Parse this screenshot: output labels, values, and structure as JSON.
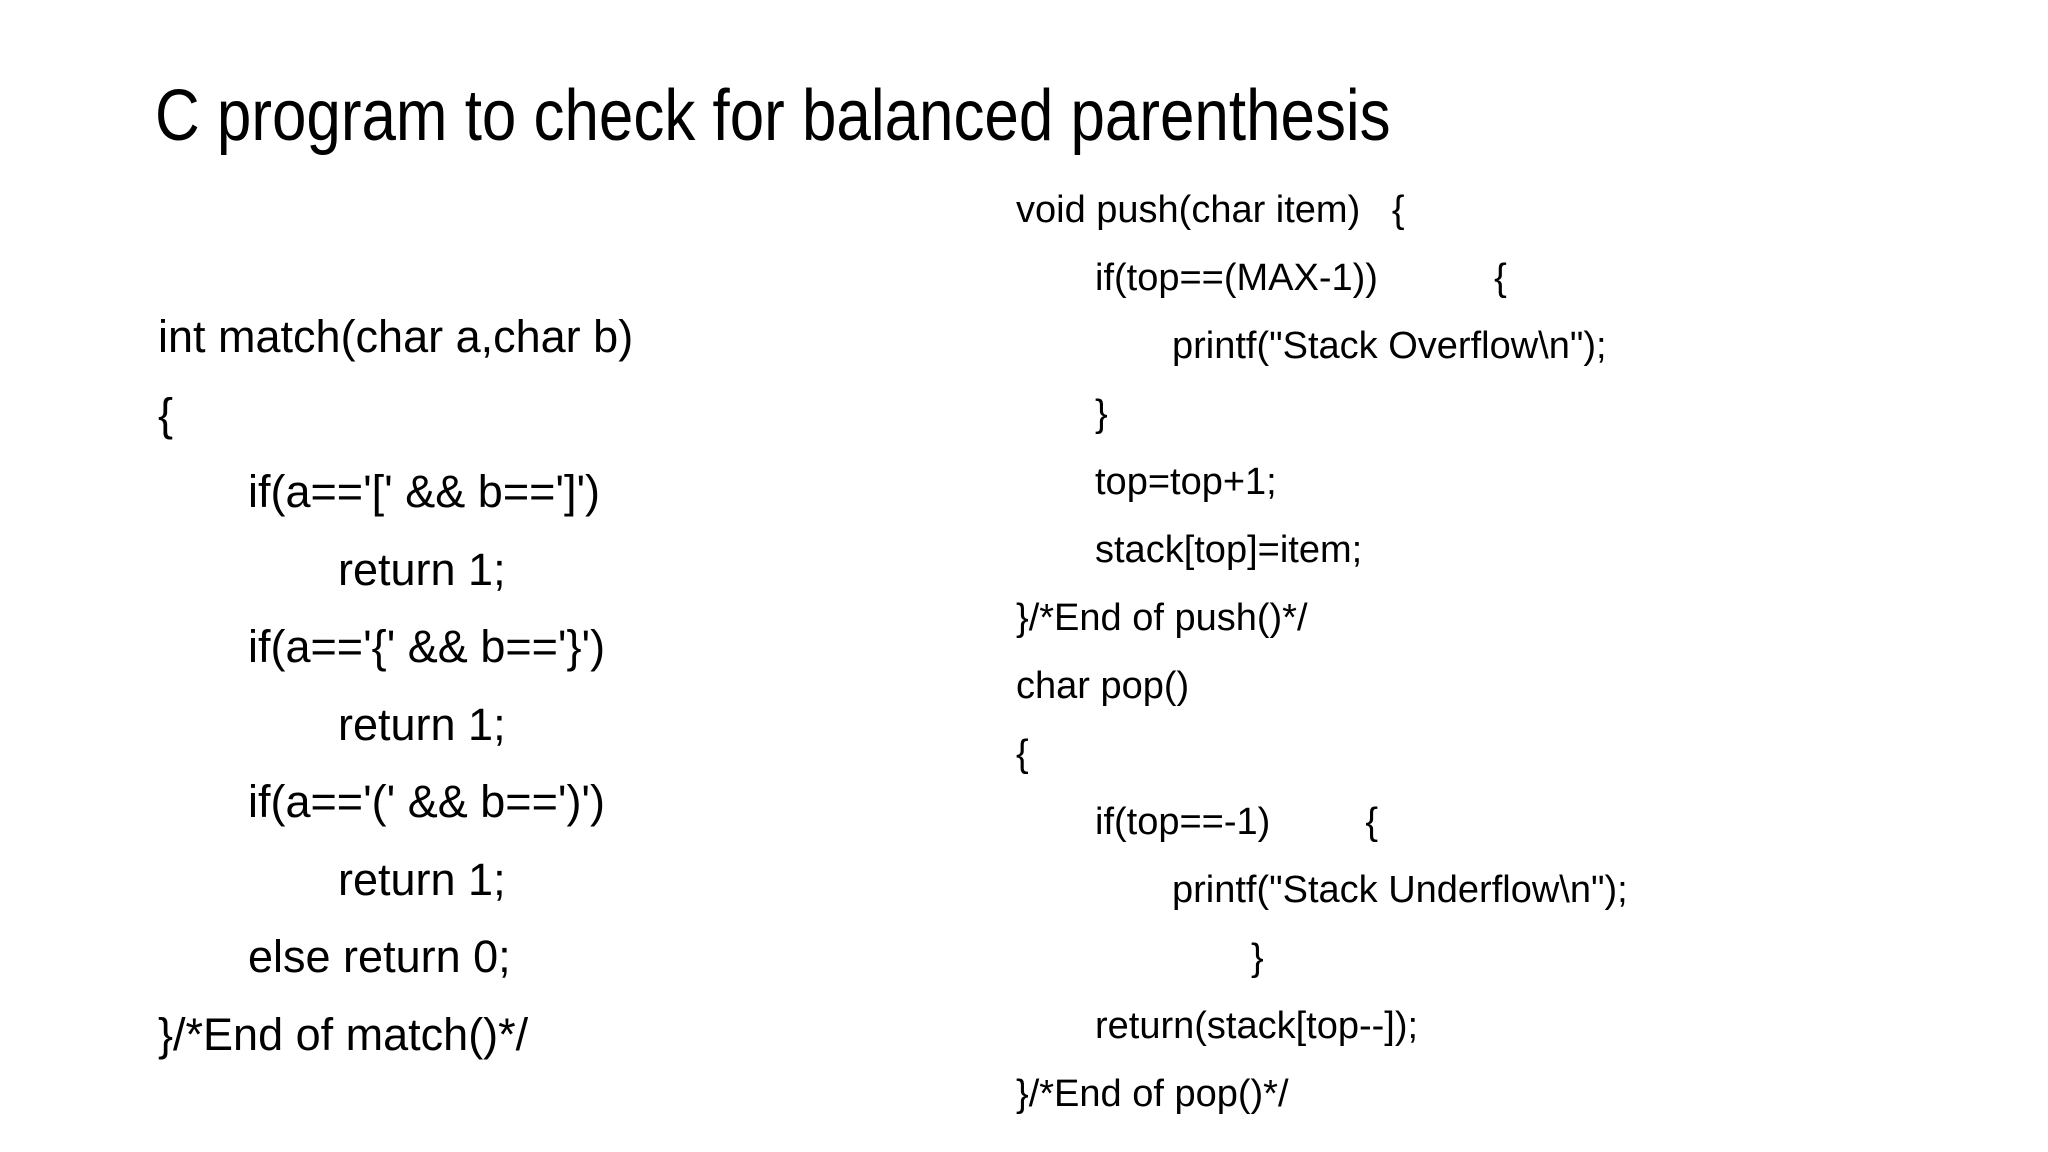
{
  "slide": {
    "title": "C program to check for balanced parenthesis",
    "background_color": "#ffffff",
    "text_color": "#000000"
  },
  "left_code": {
    "function_name": "match",
    "lines": [
      {
        "indent": 0,
        "text": "int match(char a,char b)"
      },
      {
        "indent": 0,
        "text": "{"
      },
      {
        "indent": 1,
        "text": "if(a=='[' && b==']')"
      },
      {
        "indent": 2,
        "text": "return 1;"
      },
      {
        "indent": 1,
        "text": "if(a=='{' && b=='}')"
      },
      {
        "indent": 2,
        "text": "return 1;"
      },
      {
        "indent": 1,
        "text": "if(a=='(' && b==')')"
      },
      {
        "indent": 2,
        "text": "return 1;"
      },
      {
        "indent": 1,
        "text": "else return 0;"
      },
      {
        "indent": 0,
        "text": "}/*End of match()*/"
      }
    ]
  },
  "right_code": {
    "function_names": "push, pop",
    "lines": [
      {
        "indent": 0,
        "text": "void push(char item)   {"
      },
      {
        "indent": 1,
        "text": "if(top==(MAX-1))           {"
      },
      {
        "indent": 2,
        "text": "printf(\"Stack Overflow\\n\");"
      },
      {
        "indent": 1,
        "text": "}"
      },
      {
        "indent": 1,
        "text": "top=top+1;"
      },
      {
        "indent": 1,
        "text": "stack[top]=item;"
      },
      {
        "indent": 0,
        "text": "}/*End of push()*/"
      },
      {
        "indent": 0,
        "text": "char pop()"
      },
      {
        "indent": 0,
        "text": "{"
      },
      {
        "indent": 1,
        "text": "if(top==-1)         {"
      },
      {
        "indent": 2,
        "text": "printf(\"Stack Underflow\\n\");"
      },
      {
        "indent": 3,
        "text": "}"
      },
      {
        "indent": 1,
        "text": "return(stack[top--]);"
      },
      {
        "indent": 0,
        "text": "}/*End of pop()*/"
      }
    ]
  }
}
